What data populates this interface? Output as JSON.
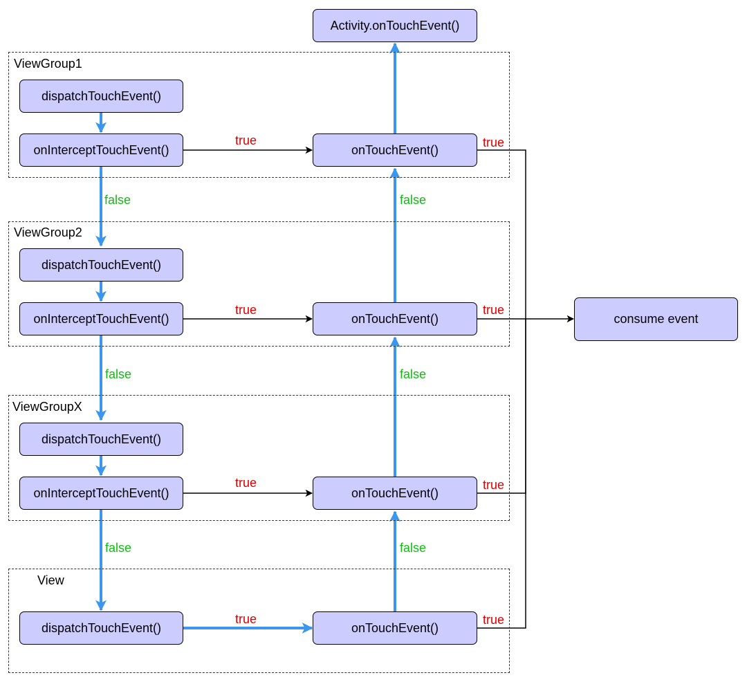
{
  "groups": {
    "g1": "ViewGroup1",
    "g2": "ViewGroup2",
    "gx": "ViewGroupX",
    "view": "View"
  },
  "nodes": {
    "activity": "Activity.onTouchEvent()",
    "consume": "consume event",
    "dispatch": "dispatchTouchEvent()",
    "intercept": "onInterceptTouchEvent()",
    "ontouch": "onTouchEvent()"
  },
  "labels": {
    "true": "true",
    "false": "false"
  },
  "colors": {
    "node_fill": "#ccccff",
    "flow_arrow": "#3d96ee",
    "true_label": "#dd0000",
    "false_label": "#11bb11"
  }
}
